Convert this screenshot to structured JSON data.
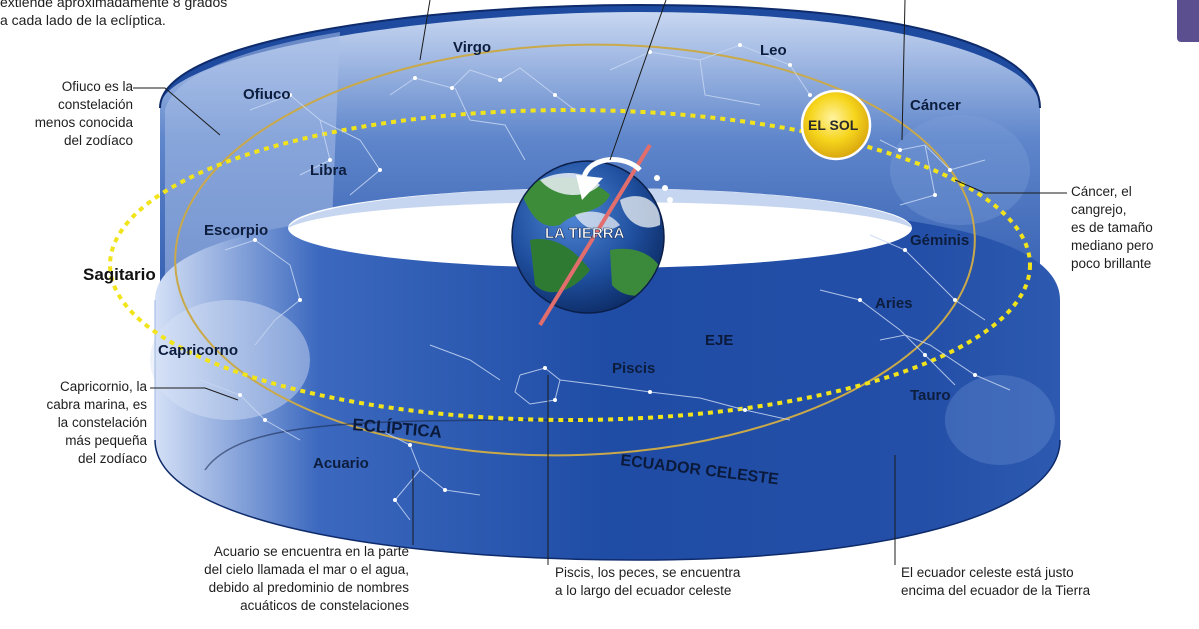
{
  "top_note": {
    "line1": "extiende aproximadamente 8 grados",
    "line2": "a cada lado de la eclíptica."
  },
  "constellations": {
    "virgo": "Virgo",
    "leo": "Leo",
    "ofiuco": "Ofiuco",
    "cancer": "Cáncer",
    "libra": "Libra",
    "escorpio": "Escorpio",
    "geminis": "Géminis",
    "sagitario": "Sagitario",
    "aries": "Aries",
    "capricorno": "Capricorno",
    "piscis": "Piscis",
    "tauro": "Tauro",
    "acuario": "Acuario"
  },
  "labels": {
    "sun": "EL SOL",
    "earth": "LA TIERRA",
    "axis": "EJE",
    "ecliptic": "ECLÍPTICA",
    "celestial_equator": "ECUADOR CELESTE"
  },
  "notes": {
    "ofiuco": [
      "Ofiuco es la",
      "constelación",
      "menos conocida",
      "del zodíaco"
    ],
    "capricornio": [
      "Capricornio, la",
      "cabra marina, es",
      "la constelación",
      "más pequeña",
      "del zodíaco"
    ],
    "cancer": [
      "Cáncer, el",
      "cangrejo,",
      "es de tamaño",
      "mediano pero",
      "poco brillante"
    ],
    "acuario": [
      "Acuario se encuentra en la parte",
      "del cielo llamada el mar o el agua,",
      "debido al predominio de nombres",
      "acuáticos de constelaciones"
    ],
    "piscis": [
      "Piscis, los peces, se encuentra",
      "a lo largo del ecuador celeste"
    ],
    "ecuador": [
      "El ecuador celeste está justo",
      "encima del ecuador de la Tierra"
    ]
  },
  "colors": {
    "band_dark": "#1a3f8f",
    "band_light": "#dfe9fa",
    "ecliptic": "#f2e41a",
    "equator": "#c9a94a",
    "sun": "#f6d51c"
  }
}
